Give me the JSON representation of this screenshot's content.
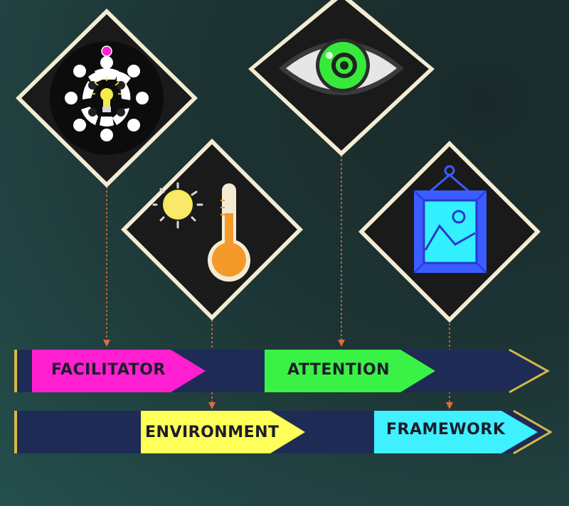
{
  "colors": {
    "background": "#1f3a3a",
    "diamond_fill": "#1a1a1a",
    "diamond_border": "#f3ecd3",
    "band": "#1e2b55",
    "band_edge": "#d6b84a",
    "connector": "#e06a3a"
  },
  "items": [
    {
      "label": "FACILITATOR",
      "color": "#ff1fd0",
      "icon": "team-lightbulb-icon"
    },
    {
      "label": "ENVIRONMENT",
      "color": "#ffff59",
      "icon": "sun-thermometer-icon"
    },
    {
      "label": "ATTENTION",
      "color": "#39f245",
      "icon": "eye-icon"
    },
    {
      "label": "FRAMEWORK",
      "color": "#3ff0ff",
      "icon": "picture-frame-icon"
    }
  ]
}
